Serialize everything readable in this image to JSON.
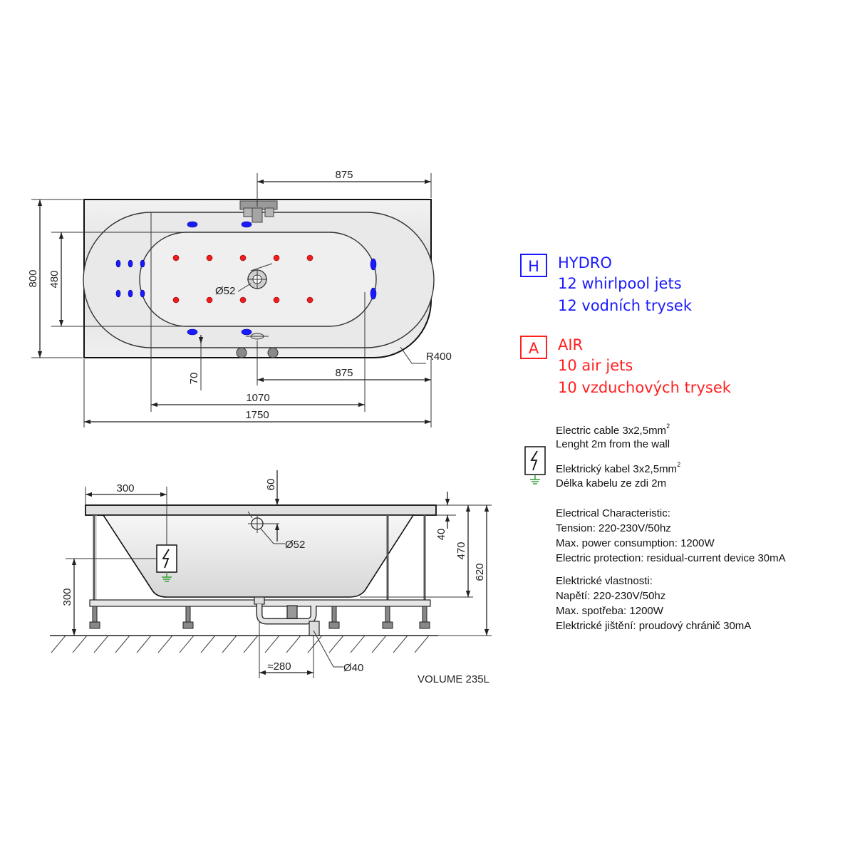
{
  "top_view": {
    "dims": {
      "d875_top": "875",
      "d800": "800",
      "d480": "480",
      "d52": "Ø52",
      "r400": "R400",
      "d70": "70",
      "d875_bottom": "875",
      "d1070": "1070",
      "d1750": "1750"
    }
  },
  "side_view": {
    "dims": {
      "d300_top": "300",
      "d60": "60",
      "d52": "Ø52",
      "d40_right": "40",
      "d470": "470",
      "d620": "620",
      "d300_left": "300",
      "d280": "≈280",
      "d40_drain": "Ø40"
    },
    "volume": "VOLUME 235L"
  },
  "legend": {
    "hydro": {
      "letter": "H",
      "title": "HYDRO",
      "line1": "12 whirlpool jets",
      "line2": "12 vodních trysek",
      "color": "#1a1aff"
    },
    "air": {
      "letter": "A",
      "title": "AIR",
      "line1": "10 air jets",
      "line2": "10 vzduchových trysek",
      "color": "#ff2020"
    }
  },
  "electrical": {
    "cable_en": "Electric cable 3x2,5mm",
    "cable_en_sup": "2",
    "length_en": "Lenght 2m from the wall",
    "cable_cz": "Elektrický kabel 3x2,5mm",
    "cable_cz_sup": "2",
    "length_cz": "Délka kabelu ze zdi 2m",
    "spec_en": [
      "Electrical Characteristic:",
      "Tension: 220-230V/50hz",
      "Max. power consumption: 1200W",
      "Electric protection: residual-current device 30mA"
    ],
    "spec_cz": [
      "Elektrické vlastnosti:",
      "Napětí: 220-230V/50hz",
      "Max. spotřeba: 1200W",
      "Elektrické jištění: proudový chránič 30mA"
    ]
  }
}
